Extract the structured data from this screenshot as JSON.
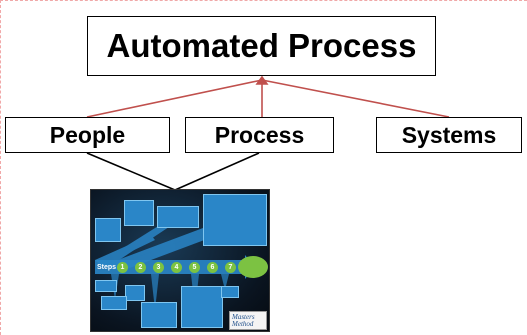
{
  "diagram": {
    "root": {
      "label": "Automated Process"
    },
    "children": [
      {
        "label": "People"
      },
      {
        "label": "Process"
      },
      {
        "label": "Systems"
      }
    ],
    "connector_colors": {
      "root_to_children": "#c0504d",
      "children_to_image": "#000000"
    },
    "image": {
      "name": "steps-roadmap-thumbnail"
    }
  }
}
